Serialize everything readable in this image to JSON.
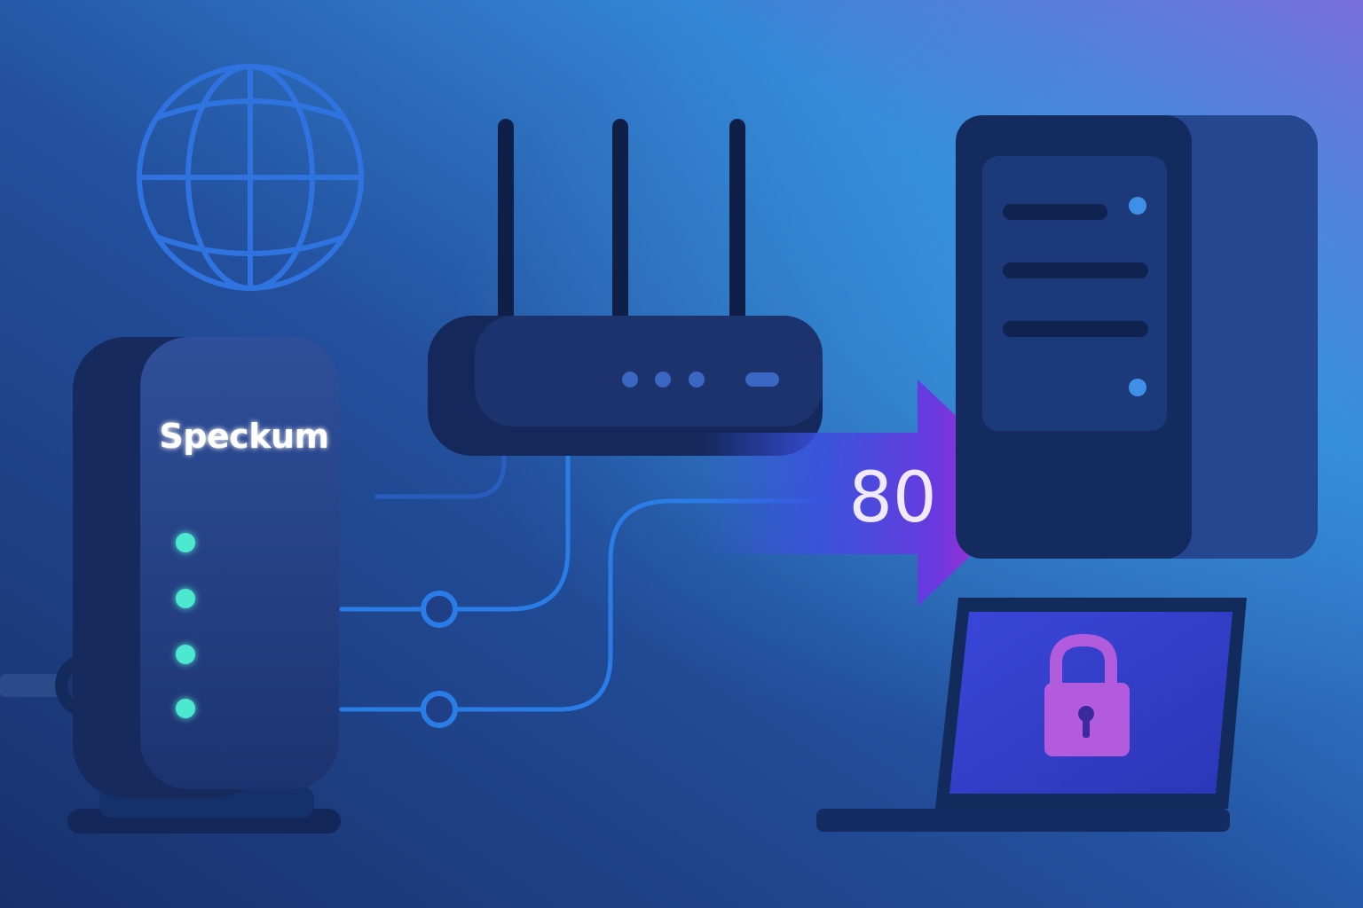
{
  "modem": {
    "brand_label": "Speckum",
    "status_light_color": "#4de8d0",
    "status_light_count": 4
  },
  "port_forward": {
    "port_label": "80",
    "arrow_gradient_start": "#3b4fe0",
    "arrow_gradient_end": "#e024c8"
  },
  "router": {
    "antenna_count": 3,
    "indicator_count": 3
  },
  "globe": {
    "stroke_color": "#2f73e0"
  },
  "server": {
    "indicator_color": "#3f8fe8"
  },
  "laptop": {
    "lock_color": "#b25bdc"
  },
  "connections": {
    "cable_color": "#2a7de6"
  }
}
